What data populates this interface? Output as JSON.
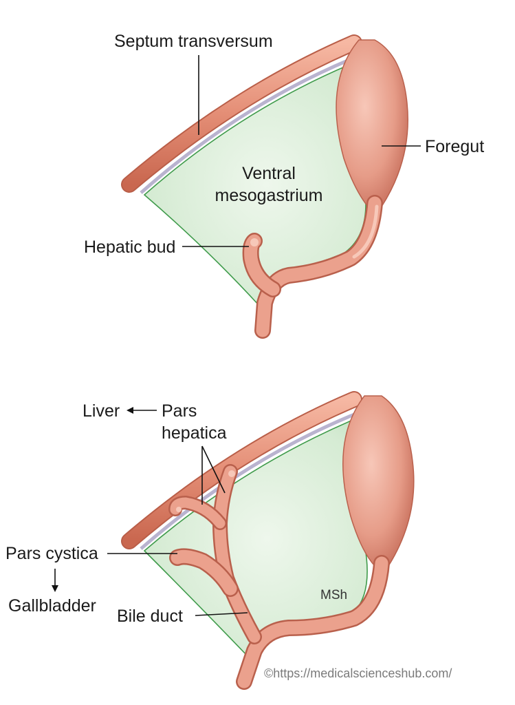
{
  "labels": {
    "septum_transversum": "Septum transversum",
    "foregut": "Foregut",
    "ventral_line1": "Ventral",
    "ventral_line2": "mesogastrium",
    "hepatic_bud": "Hepatic bud",
    "liver": "Liver",
    "pars_hepatica_line1": "Pars",
    "pars_hepatica_line2": "hepatica",
    "pars_cystica": "Pars cystica",
    "gallbladder": "Gallbladder",
    "bile_duct": "Bile duct",
    "signature": "MSh",
    "copyright": "©https://medicalscienceshub.com/"
  },
  "icons": {
    "arrow_left": "arrow-left-icon",
    "arrow_down": "arrow-down-icon"
  },
  "colors": {
    "tissue_pink": "#e99a85",
    "tissue_dark": "#c9705c",
    "tissue_highlight": "#f7c4b3",
    "mesentery_green": "#d7ecd6",
    "mesentery_edge": "#3f9b4b",
    "septum_lining": "#b9b3cf",
    "text": "#1a1a1a"
  }
}
